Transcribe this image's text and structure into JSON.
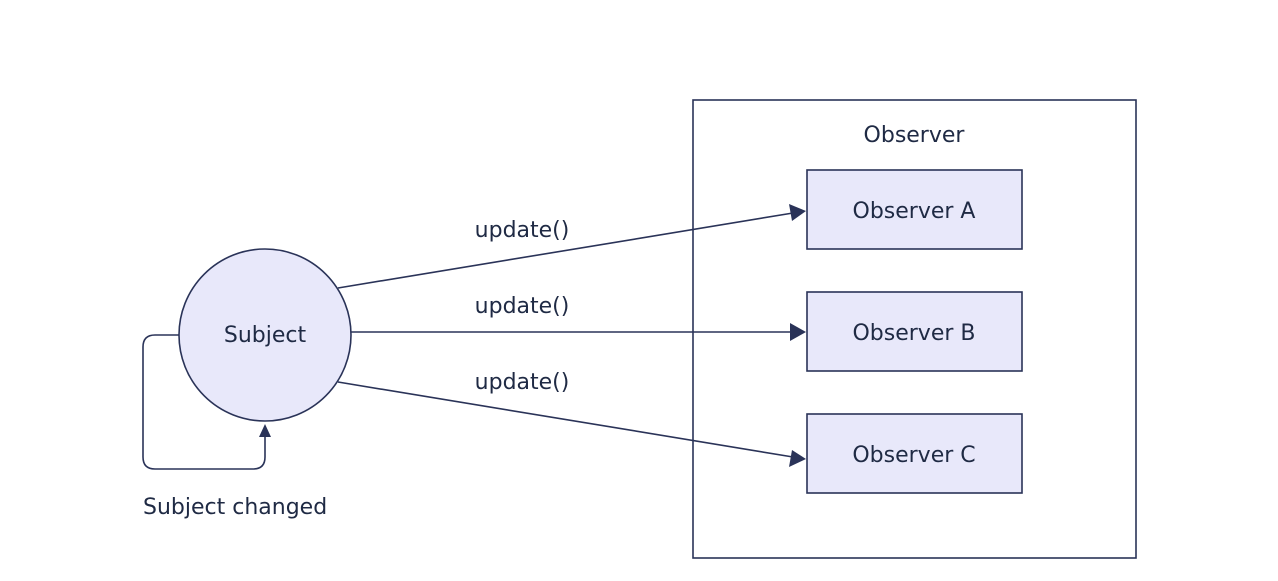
{
  "diagram": {
    "group_label": "Observer",
    "subject_label": "Subject",
    "self_loop_label": "Subject changed",
    "observers": [
      {
        "label": "Observer A"
      },
      {
        "label": "Observer B"
      },
      {
        "label": "Observer C"
      }
    ],
    "edges": [
      {
        "label": "update()"
      },
      {
        "label": "update()"
      },
      {
        "label": "update()"
      }
    ],
    "colors": {
      "node_fill": "#e8e8fa",
      "stroke": "#2a3358",
      "text": "#1f2a44"
    }
  }
}
